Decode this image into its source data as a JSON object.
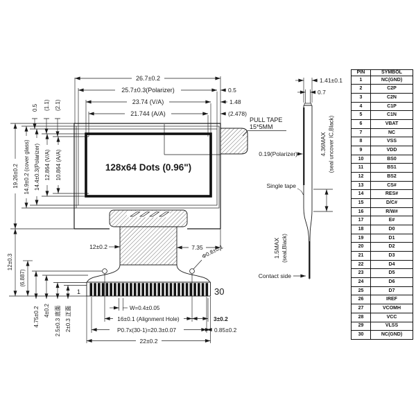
{
  "colors": {
    "line": "#1a1a1a",
    "gray_numeral": "#7d7d7d",
    "background": "#ffffff"
  },
  "front_view": {
    "display_text": "128x64 Dots (0.96\")",
    "pull_tape_line1": "PULL TAPE",
    "pull_tape_line2": "15*5MM",
    "dims_top": {
      "overall_width": "26.7±0.2",
      "polarizer_width": "25.7±0.3(Polarizer)",
      "va_width": "23.74 (V/A)",
      "aa_width": "21.744 (A/A)"
    },
    "dims_right": {
      "edge_05": "0.5",
      "edge_148": "1.48",
      "edge_2478": "(2.478)"
    },
    "dims_left": {
      "overall_height": "19.26±0.2",
      "glass_height": "14.9±0.2 (cover glass)",
      "polarizer_height": "14.4±0.3(Polarizer)",
      "va_height": "12.864 (V/A)",
      "aa_height": "10.864 (A/A)",
      "top_05": "0.5",
      "top_11": "(1.1)",
      "top_21": "(2.1)"
    }
  },
  "tail": {
    "neck_width": "12±0.2",
    "neck_offset": "7.35",
    "hole_dia": "Φ0.8±0.1",
    "tail_height": "12±0.3",
    "dim_6887": "(6.887)",
    "dim_475": "4.75±0.2",
    "dim_4": "4±0.2",
    "dim_25": "2.5±0.3 底面",
    "dim_2": "2±0.3 正面",
    "pin_first": "1",
    "pin_last": "30",
    "tooth_width": "W=0.4±0.05",
    "alignment": "16±0.1 (Alignment Hole)",
    "dim_3": "3±0.2",
    "pitch": "P0.7x(30-1)=20.3±0.07",
    "dim_085": "0.85±0.2",
    "contact_width": "22±0.2"
  },
  "side_view": {
    "thickness_total": "1.41±0.1",
    "thickness_glass": "0.7",
    "polarizer": "0.19(Polarizer)",
    "seal_max_1": "4.36MAX",
    "seal_max_2": "(seal uncover IC,Black)",
    "single_tape": "Single tape",
    "seal_black_1": "1.5MAX",
    "seal_black_2": "(seal,Black)",
    "contact_side": "Contact side"
  },
  "table_header": {
    "pin": "PIN",
    "symbol": "SYMBOL"
  },
  "pins": [
    {
      "pin": "1",
      "symbol": "NC(GND)"
    },
    {
      "pin": "2",
      "symbol": "C2P"
    },
    {
      "pin": "3",
      "symbol": "C2N"
    },
    {
      "pin": "4",
      "symbol": "C1P"
    },
    {
      "pin": "5",
      "symbol": "C1N"
    },
    {
      "pin": "6",
      "symbol": "VBAT"
    },
    {
      "pin": "7",
      "symbol": "NC"
    },
    {
      "pin": "8",
      "symbol": "VSS"
    },
    {
      "pin": "9",
      "symbol": "VDD"
    },
    {
      "pin": "10",
      "symbol": "BS0"
    },
    {
      "pin": "11",
      "symbol": "BS1"
    },
    {
      "pin": "12",
      "symbol": "BS2"
    },
    {
      "pin": "13",
      "symbol": "CS#"
    },
    {
      "pin": "14",
      "symbol": "RES#"
    },
    {
      "pin": "15",
      "symbol": "D/C#"
    },
    {
      "pin": "16",
      "symbol": "R/W#"
    },
    {
      "pin": "17",
      "symbol": "E#"
    },
    {
      "pin": "18",
      "symbol": "D0"
    },
    {
      "pin": "19",
      "symbol": "D1"
    },
    {
      "pin": "20",
      "symbol": "D2"
    },
    {
      "pin": "21",
      "symbol": "D3"
    },
    {
      "pin": "22",
      "symbol": "D4"
    },
    {
      "pin": "23",
      "symbol": "D5"
    },
    {
      "pin": "24",
      "symbol": "D6"
    },
    {
      "pin": "25",
      "symbol": "D7"
    },
    {
      "pin": "26",
      "symbol": "IREF"
    },
    {
      "pin": "27",
      "symbol": "VCOMH"
    },
    {
      "pin": "28",
      "symbol": "VCC"
    },
    {
      "pin": "29",
      "symbol": "VLSS"
    },
    {
      "pin": "30",
      "symbol": "NC(GND)"
    }
  ]
}
